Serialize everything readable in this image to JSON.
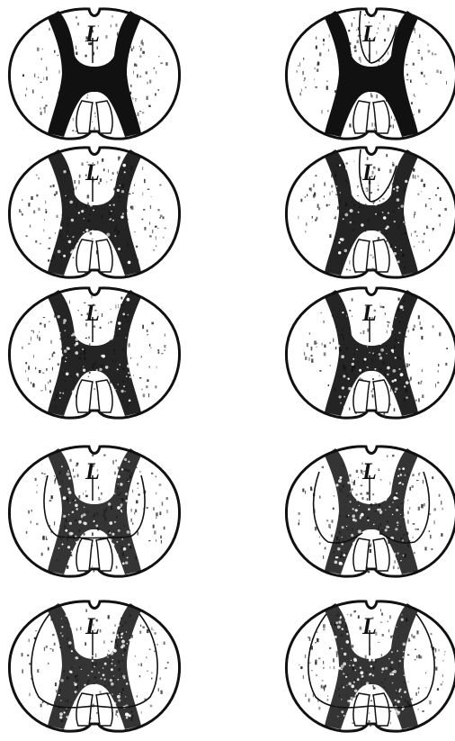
{
  "figure": {
    "grid": {
      "rows": 5,
      "columns": 2
    },
    "sections": [
      {
        "row": 1,
        "column": 1,
        "label": "L",
        "outlined_region": "none"
      },
      {
        "row": 1,
        "column": 2,
        "label": "L",
        "outlined_region": "dorsal"
      },
      {
        "row": 2,
        "column": 1,
        "label": "L",
        "outlined_region": "none"
      },
      {
        "row": 2,
        "column": 2,
        "label": "L",
        "outlined_region": "dorsal"
      },
      {
        "row": 3,
        "column": 1,
        "label": "L",
        "outlined_region": "none"
      },
      {
        "row": 3,
        "column": 2,
        "label": "L",
        "outlined_region": "none"
      },
      {
        "row": 4,
        "column": 1,
        "label": "L",
        "outlined_region": "central"
      },
      {
        "row": 4,
        "column": 2,
        "label": "L",
        "outlined_region": "lateral"
      },
      {
        "row": 5,
        "column": 1,
        "label": "L",
        "outlined_region": "wide"
      },
      {
        "row": 5,
        "column": 2,
        "label": "L",
        "outlined_region": "wide"
      }
    ],
    "colors": {
      "ink": "#111111",
      "paper": "#ffffff",
      "speckle": "#333333"
    }
  }
}
